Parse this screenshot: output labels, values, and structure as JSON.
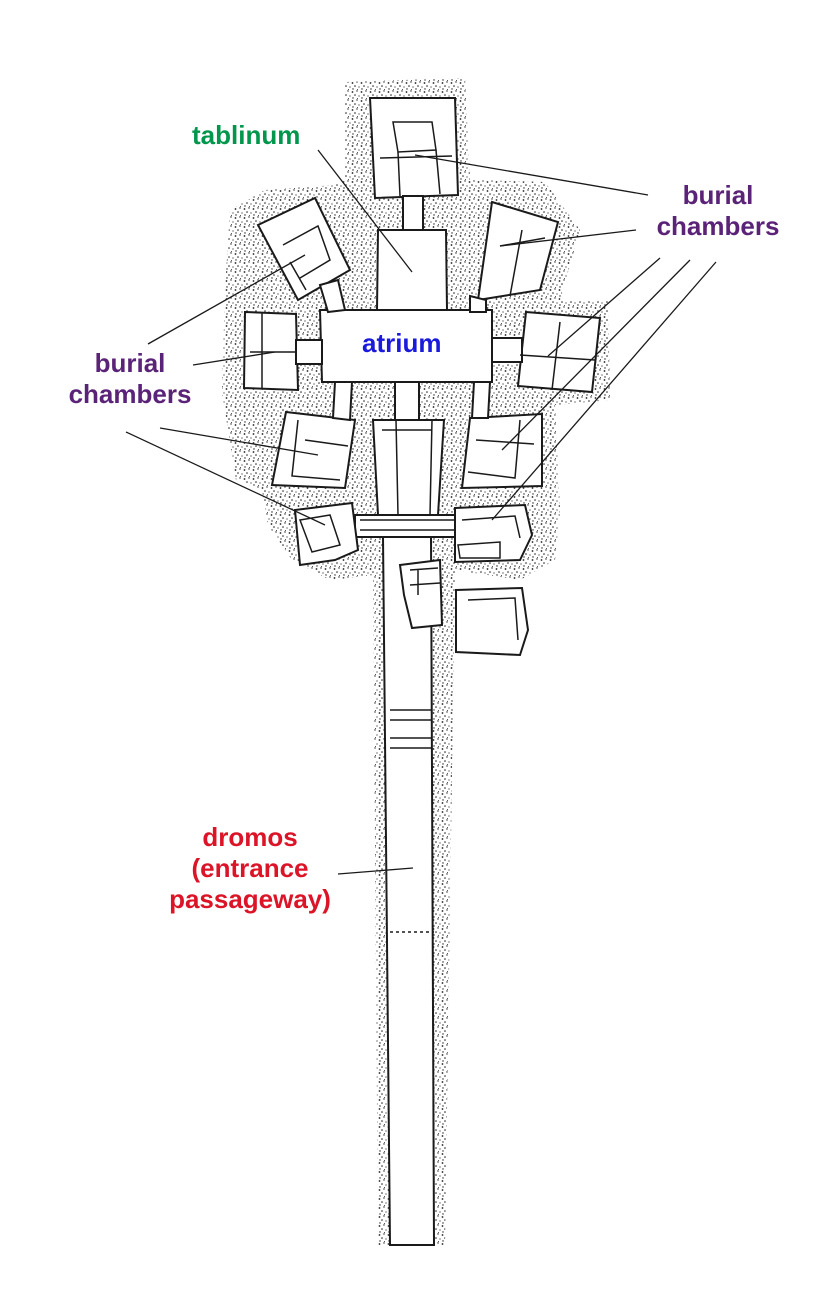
{
  "labels": {
    "tablinum": "tablinum",
    "atrium": "atrium",
    "burial_chambers_right": [
      "burial",
      "chambers"
    ],
    "burial_chambers_left": [
      "burial",
      "chambers"
    ],
    "dromos": [
      "dromos",
      "(entrance",
      "passageway)"
    ]
  },
  "colors": {
    "tablinum": "#00964b",
    "atrium": "#1a1adc",
    "burial_chambers": "#5a2378",
    "dromos": "#dc1428",
    "ink": "#1a1a1a",
    "stipple": "#222222"
  }
}
